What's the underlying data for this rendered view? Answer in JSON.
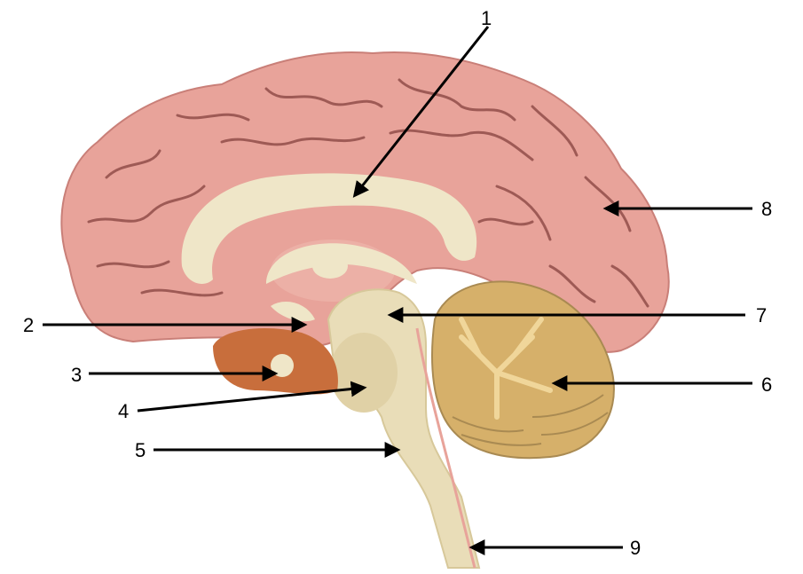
{
  "diagram": {
    "labels": [
      {
        "id": "1",
        "text": "1"
      },
      {
        "id": "2",
        "text": "2"
      },
      {
        "id": "3",
        "text": "3"
      },
      {
        "id": "4",
        "text": "4"
      },
      {
        "id": "5",
        "text": "5"
      },
      {
        "id": "6",
        "text": "6"
      },
      {
        "id": "7",
        "text": "7"
      },
      {
        "id": "8",
        "text": "8"
      },
      {
        "id": "9",
        "text": "9"
      }
    ]
  },
  "colors": {
    "cortex": "#e8a39a",
    "cortex_shadow": "#c97f78",
    "sulci": "#9e5a55",
    "white_matter": "#efe6c8",
    "inner_pink": "#ecb0a6",
    "brainstem": "#e9ddb8",
    "brainstem_shadow": "#d7c89a",
    "cerebellum": "#d6b06a",
    "cerebellum_light": "#f0d69a",
    "cerebellum_dark": "#a98a52",
    "pituitary": "#c86e3c",
    "arrow": "#000000"
  }
}
